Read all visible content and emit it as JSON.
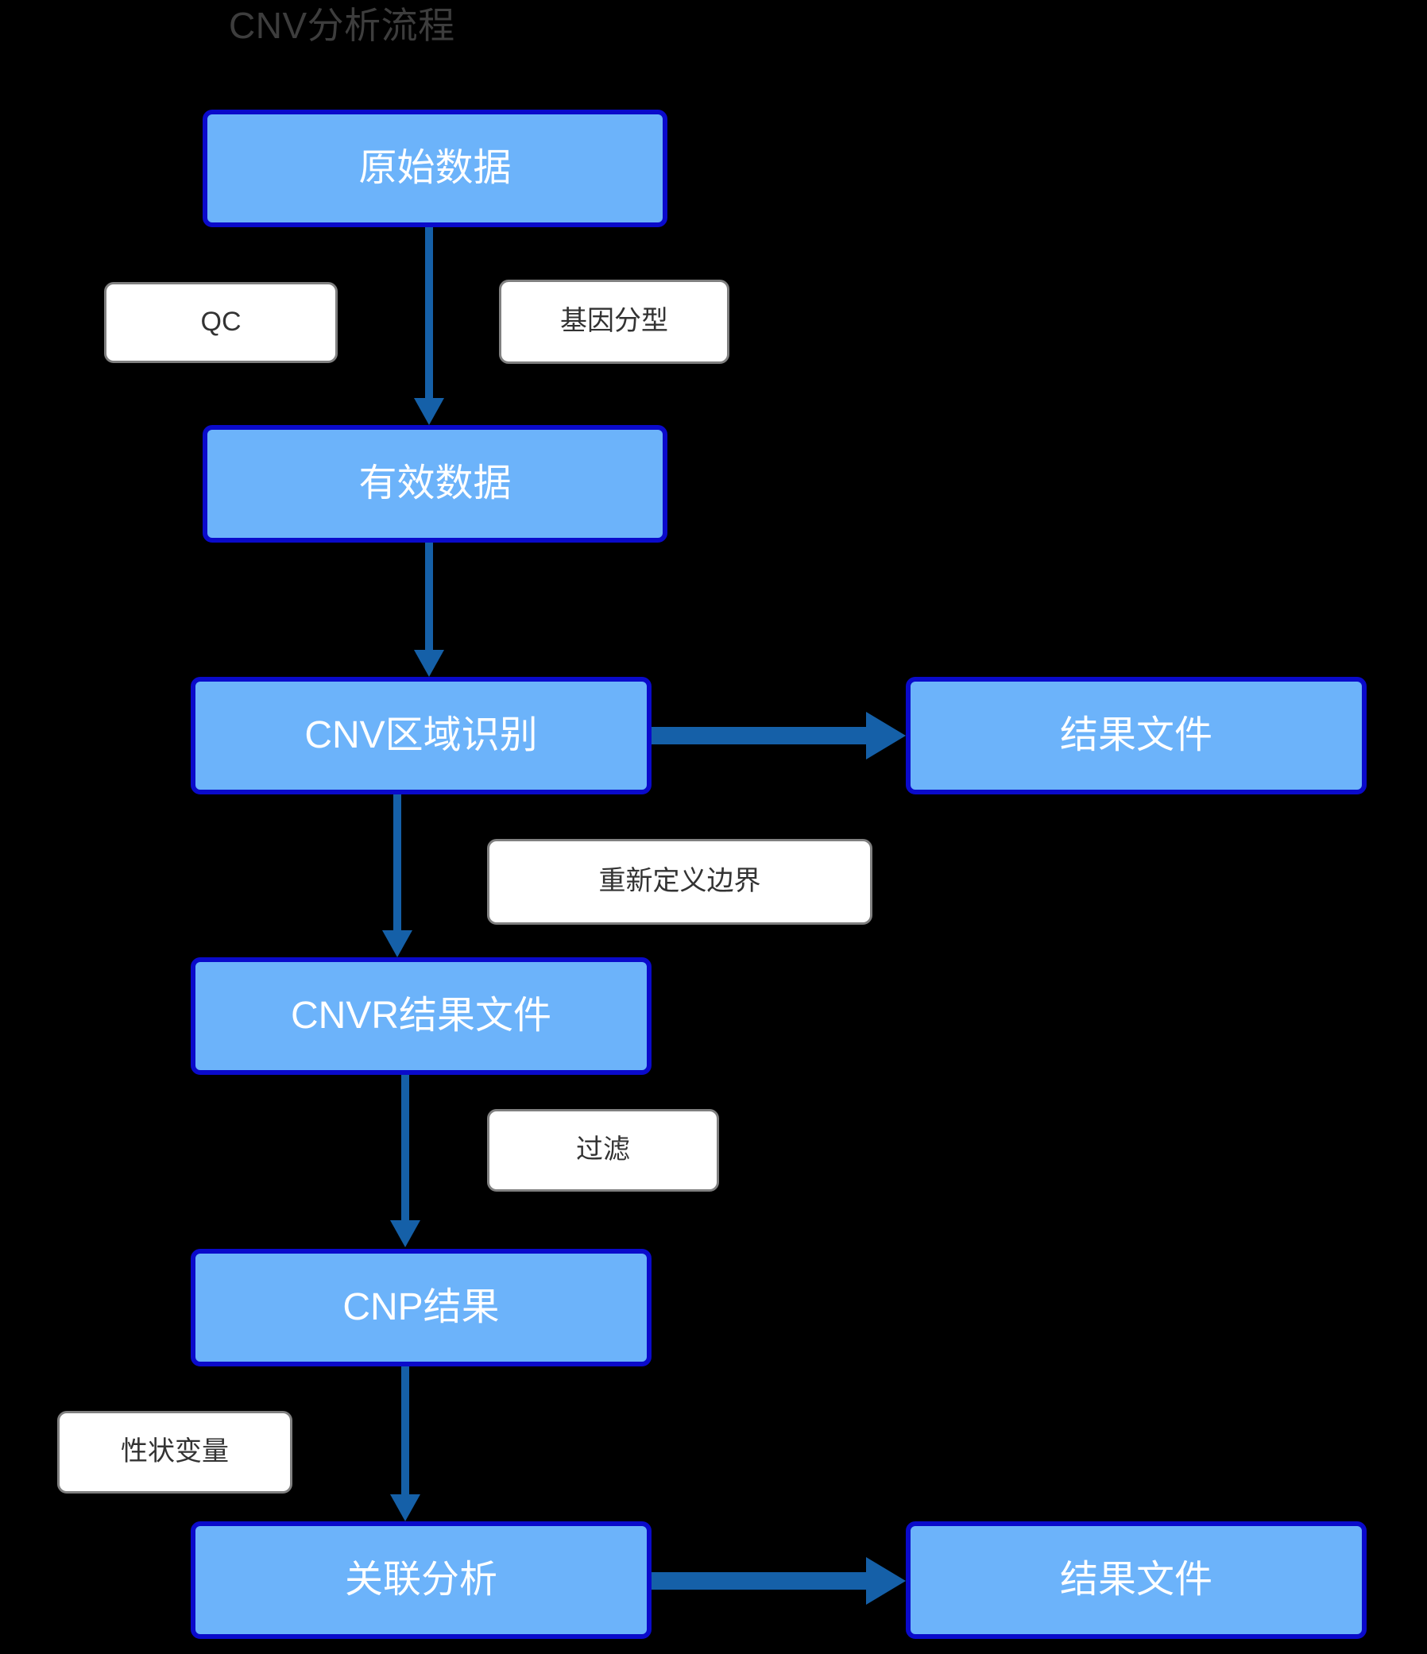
{
  "diagram": {
    "title": "CNV分析流程",
    "background_color": "#000000",
    "title_color": "#3d3d3d",
    "node_fill_color": "#6CB3FA",
    "node_border_color": "#0A0ACB",
    "node_text_color": "#FFFFFF",
    "label_fill_color": "#FFFFFF",
    "label_border_color": "#808080",
    "label_text_color": "#333333",
    "arrow_color": "#1560A8"
  },
  "nodes": [
    {
      "id": "raw-data",
      "label": "原始数据"
    },
    {
      "id": "valid-data",
      "label": "有效数据"
    },
    {
      "id": "cnv-region-call",
      "label": "CNV区域识别"
    },
    {
      "id": "result-file-top",
      "label": "结果文件"
    },
    {
      "id": "cnvr-result",
      "label": "CNVR结果文件"
    },
    {
      "id": "cnp-result",
      "label": "CNP结果"
    },
    {
      "id": "assoc-analysis",
      "label": "关联分析"
    },
    {
      "id": "result-file-bot",
      "label": "结果文件"
    }
  ],
  "edge_labels": [
    {
      "id": "qc",
      "label": "QC"
    },
    {
      "id": "genotyping",
      "label": "基因分型"
    },
    {
      "id": "redefine-border",
      "label": "重新定义边界"
    },
    {
      "id": "filter",
      "label": "过滤"
    },
    {
      "id": "trait-variable",
      "label": "性状变量"
    }
  ],
  "edges": [
    {
      "from": "raw-data",
      "to": "valid-data",
      "direction": "down"
    },
    {
      "from": "valid-data",
      "to": "cnv-region-call",
      "direction": "down"
    },
    {
      "from": "cnv-region-call",
      "to": "result-file-top",
      "direction": "right"
    },
    {
      "from": "cnv-region-call",
      "to": "cnvr-result",
      "direction": "down"
    },
    {
      "from": "cnvr-result",
      "to": "cnp-result",
      "direction": "down"
    },
    {
      "from": "cnp-result",
      "to": "assoc-analysis",
      "direction": "down"
    },
    {
      "from": "assoc-analysis",
      "to": "result-file-bot",
      "direction": "right"
    }
  ]
}
